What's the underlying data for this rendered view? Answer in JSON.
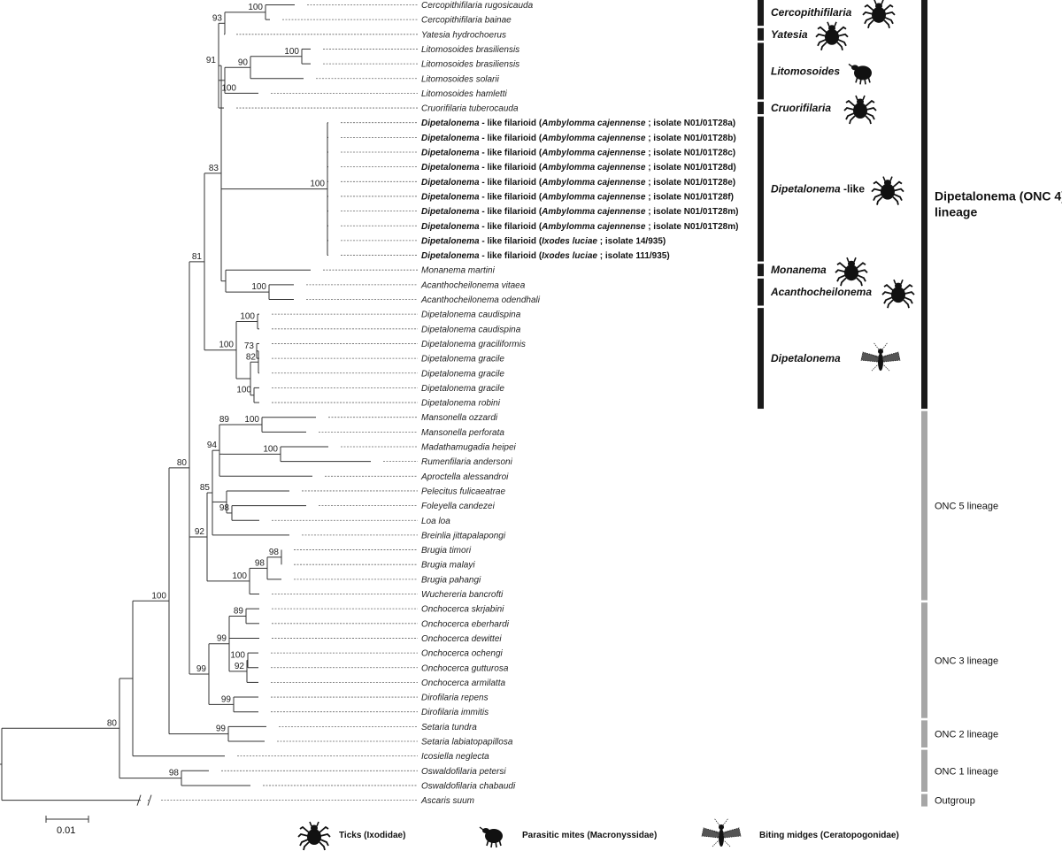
{
  "tree": {
    "leaves": [
      {
        "parts": [
          {
            "t": "Cercopithifilaria rugosicauda",
            "s": "i"
          }
        ]
      },
      {
        "parts": [
          {
            "t": "Cercopithifilaria bainae",
            "s": "i"
          }
        ]
      },
      {
        "parts": [
          {
            "t": "Yatesia hydrochoerus",
            "s": "i"
          }
        ]
      },
      {
        "parts": [
          {
            "t": "Litomosoides brasiliensis",
            "s": "i"
          }
        ]
      },
      {
        "parts": [
          {
            "t": "Litomosoides brasiliensis",
            "s": "i"
          }
        ]
      },
      {
        "parts": [
          {
            "t": "Litomosoides solarii",
            "s": "i"
          }
        ]
      },
      {
        "parts": [
          {
            "t": "Litomosoides hamletti",
            "s": "i"
          }
        ]
      },
      {
        "parts": [
          {
            "t": "Cruorifilaria tuberocauda",
            "s": "i"
          }
        ]
      },
      {
        "parts": [
          {
            "t": "Dipetalonema",
            "s": "bi"
          },
          {
            "t": " - like filarioid (",
            "s": "b"
          },
          {
            "t": "Ambylomma cajennense",
            "s": "bi"
          },
          {
            "t": " ; isolate N01/01T28a)",
            "s": "b"
          }
        ]
      },
      {
        "parts": [
          {
            "t": "Dipetalonema",
            "s": "bi"
          },
          {
            "t": " - like filarioid (",
            "s": "b"
          },
          {
            "t": "Ambylomma cajennense",
            "s": "bi"
          },
          {
            "t": " ; isolate N01/01T28b)",
            "s": "b"
          }
        ]
      },
      {
        "parts": [
          {
            "t": "Dipetalonema",
            "s": "bi"
          },
          {
            "t": " - like filarioid (",
            "s": "b"
          },
          {
            "t": "Ambylomma cajennense",
            "s": "bi"
          },
          {
            "t": " ; isolate N01/01T28c)",
            "s": "b"
          }
        ]
      },
      {
        "parts": [
          {
            "t": "Dipetalonema",
            "s": "bi"
          },
          {
            "t": " - like filarioid (",
            "s": "b"
          },
          {
            "t": "Ambylomma cajennense",
            "s": "bi"
          },
          {
            "t": " ; isolate N01/01T28d)",
            "s": "b"
          }
        ]
      },
      {
        "parts": [
          {
            "t": "Dipetalonema",
            "s": "bi"
          },
          {
            "t": " - like filarioid (",
            "s": "b"
          },
          {
            "t": "Ambylomma cajennense",
            "s": "bi"
          },
          {
            "t": " ; isolate N01/01T28e)",
            "s": "b"
          }
        ]
      },
      {
        "parts": [
          {
            "t": "Dipetalonema",
            "s": "bi"
          },
          {
            "t": " - like filarioid (",
            "s": "b"
          },
          {
            "t": "Ambylomma cajennense",
            "s": "bi"
          },
          {
            "t": " ; isolate N01/01T28f)",
            "s": "b"
          }
        ]
      },
      {
        "parts": [
          {
            "t": "Dipetalonema",
            "s": "bi"
          },
          {
            "t": " - like filarioid (",
            "s": "b"
          },
          {
            "t": "Ambylomma cajennense",
            "s": "bi"
          },
          {
            "t": " ; isolate N01/01T28m)",
            "s": "b"
          }
        ]
      },
      {
        "parts": [
          {
            "t": "Dipetalonema",
            "s": "bi"
          },
          {
            "t": " - like filarioid (",
            "s": "b"
          },
          {
            "t": "Ambylomma cajennense",
            "s": "bi"
          },
          {
            "t": " ; isolate N01/01T28m)",
            "s": "b"
          }
        ]
      },
      {
        "parts": [
          {
            "t": "Dipetalonema",
            "s": "bi"
          },
          {
            "t": " - like filarioid (",
            "s": "b"
          },
          {
            "t": "Ixodes luciae",
            "s": "bi"
          },
          {
            "t": " ; isolate 14/935)",
            "s": "b"
          }
        ]
      },
      {
        "parts": [
          {
            "t": "Dipetalonema",
            "s": "bi"
          },
          {
            "t": " - like filarioid (",
            "s": "b"
          },
          {
            "t": "Ixodes luciae",
            "s": "bi"
          },
          {
            "t": " ; isolate 111/935)",
            "s": "b"
          }
        ]
      },
      {
        "parts": [
          {
            "t": "Monanema martini",
            "s": "i"
          }
        ]
      },
      {
        "parts": [
          {
            "t": "Acanthocheilonema vitaea",
            "s": "i"
          }
        ]
      },
      {
        "parts": [
          {
            "t": "Acanthocheilonema odendhali",
            "s": "i"
          }
        ]
      },
      {
        "parts": [
          {
            "t": "Dipetalonema caudispina",
            "s": "i"
          }
        ]
      },
      {
        "parts": [
          {
            "t": "Dipetalonema caudispina",
            "s": "i"
          }
        ]
      },
      {
        "parts": [
          {
            "t": "Dipetalonema graciliformis",
            "s": "i"
          }
        ]
      },
      {
        "parts": [
          {
            "t": "Dipetalonema gracile",
            "s": "i"
          }
        ]
      },
      {
        "parts": [
          {
            "t": "Dipetalonema gracile",
            "s": "i"
          }
        ]
      },
      {
        "parts": [
          {
            "t": "Dipetalonema gracile",
            "s": "i"
          }
        ]
      },
      {
        "parts": [
          {
            "t": "Dipetalonema robini",
            "s": "i"
          }
        ]
      },
      {
        "parts": [
          {
            "t": "Mansonella ozzardi",
            "s": "i"
          }
        ]
      },
      {
        "parts": [
          {
            "t": "Mansonella perforata",
            "s": "i"
          }
        ]
      },
      {
        "parts": [
          {
            "t": "Madathamugadia heipei",
            "s": "i"
          }
        ]
      },
      {
        "parts": [
          {
            "t": "Rumenfilaria andersoni",
            "s": "i"
          }
        ]
      },
      {
        "parts": [
          {
            "t": "Aproctella alessandroi",
            "s": "i"
          }
        ]
      },
      {
        "parts": [
          {
            "t": "Pelecitus fulicaeatrae",
            "s": "i"
          }
        ]
      },
      {
        "parts": [
          {
            "t": "Foleyella candezei",
            "s": "i"
          }
        ]
      },
      {
        "parts": [
          {
            "t": "Loa loa",
            "s": "i"
          }
        ]
      },
      {
        "parts": [
          {
            "t": "Breinlia jittapalapongi",
            "s": "i"
          }
        ]
      },
      {
        "parts": [
          {
            "t": "Brugia timori",
            "s": "i"
          }
        ]
      },
      {
        "parts": [
          {
            "t": "Brugia malayi",
            "s": "i"
          }
        ]
      },
      {
        "parts": [
          {
            "t": "Brugia pahangi",
            "s": "i"
          }
        ]
      },
      {
        "parts": [
          {
            "t": "Wuchereria  bancrofti",
            "s": "i"
          }
        ]
      },
      {
        "parts": [
          {
            "t": "Onchocerca skrjabini",
            "s": "i"
          }
        ]
      },
      {
        "parts": [
          {
            "t": "Onchocerca eberhardi",
            "s": "i"
          }
        ]
      },
      {
        "parts": [
          {
            "t": "Onchocerca dewittei",
            "s": "i"
          }
        ]
      },
      {
        "parts": [
          {
            "t": "Onchocerca ochengi",
            "s": "i"
          }
        ]
      },
      {
        "parts": [
          {
            "t": "Onchocerca gutturosa",
            "s": "i"
          }
        ]
      },
      {
        "parts": [
          {
            "t": "Onchocerca armilatta",
            "s": "i"
          }
        ]
      },
      {
        "parts": [
          {
            "t": "Dirofilaria repens",
            "s": "i"
          }
        ]
      },
      {
        "parts": [
          {
            "t": "Dirofilaria immitis",
            "s": "i"
          }
        ]
      },
      {
        "parts": [
          {
            "t": "Setaria tundra",
            "s": "i"
          }
        ]
      },
      {
        "parts": [
          {
            "t": "Setaria labiatopapillosa",
            "s": "i"
          }
        ]
      },
      {
        "parts": [
          {
            "t": "Icosiella neglecta",
            "s": "i"
          }
        ]
      },
      {
        "parts": [
          {
            "t": "Oswaldofilaria petersi",
            "s": "i"
          }
        ]
      },
      {
        "parts": [
          {
            "t": "Oswaldofilaria chabaudi",
            "s": "i"
          }
        ]
      },
      {
        "parts": [
          {
            "t": "Ascaris suum",
            "s": "i"
          }
        ]
      }
    ],
    "bootstrap": [
      "100",
      "93",
      "100",
      "90",
      "100",
      "91",
      "100",
      "100",
      "83",
      "81",
      "100",
      "73",
      "82",
      "100",
      "100",
      "100",
      "89",
      "100",
      "94",
      "85",
      "98",
      "92",
      "98",
      "100",
      "100",
      "89",
      "99",
      "100",
      "92",
      "99",
      "99",
      "100",
      "99",
      "100",
      "80",
      "98",
      "80"
    ]
  },
  "clades": [
    {
      "label": "Cercopithifilaria",
      "host": "tick"
    },
    {
      "label": "Yatesia",
      "host": "tick"
    },
    {
      "label": "Litomosoides",
      "host": "mite"
    },
    {
      "label": "Cruorifilaria",
      "host": "tick"
    },
    {
      "label": "Dipetalonema",
      "suffix": " -like",
      "host": "tick"
    },
    {
      "label": "Monanema",
      "host": "tick"
    },
    {
      "label": "Acanthocheilonema",
      "host": "tick"
    },
    {
      "label": "Dipetalonema",
      "host": "midge"
    }
  ],
  "lineages": [
    {
      "label": "Dipetalonema (ONC 4)",
      "label2": "lineage",
      "color": "#1a1a1a"
    },
    {
      "label": "ONC 5 lineage",
      "color": "#a6a6a6"
    },
    {
      "label": "ONC 3 lineage",
      "color": "#a6a6a6"
    },
    {
      "label": "ONC 2 lineage",
      "color": "#a6a6a6"
    },
    {
      "label": "ONC 1 lineage",
      "color": "#a6a6a6"
    },
    {
      "label": "Outgroup",
      "color": "#a6a6a6"
    }
  ],
  "scale_bar": {
    "label": "0.01"
  },
  "legend": [
    {
      "icon": "tick",
      "label": "Ticks (Ixodidae)"
    },
    {
      "icon": "mite",
      "label": "Parasitic mites (Macronyssidae)"
    },
    {
      "icon": "midge",
      "label": "Biting midges (Ceratopogonidae)"
    }
  ],
  "colors": {
    "dark_bar": "#1a1a1a",
    "grey_bar": "#a6a6a6",
    "branch": "#333333"
  }
}
